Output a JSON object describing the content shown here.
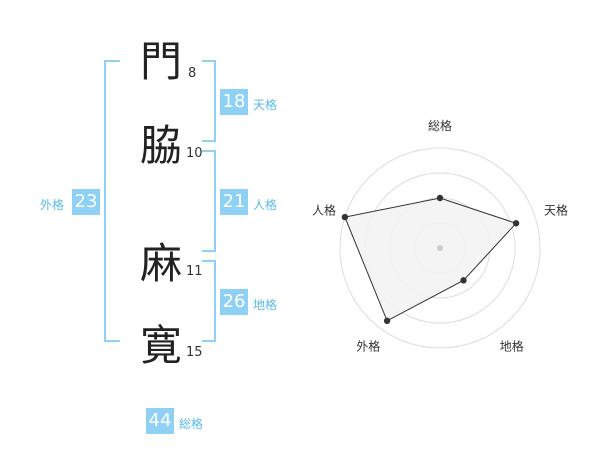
{
  "name": {
    "characters": [
      {
        "char": "門",
        "strokes": "8"
      },
      {
        "char": "脇",
        "strokes": "10"
      },
      {
        "char": "麻",
        "strokes": "11"
      },
      {
        "char": "寛",
        "strokes": "15"
      }
    ]
  },
  "scores": {
    "tenkaku": {
      "value": "18",
      "label": "天格"
    },
    "jinkaku": {
      "value": "21",
      "label": "人格"
    },
    "chikaku": {
      "value": "26",
      "label": "地格"
    },
    "gaikaku": {
      "value": "23",
      "label": "外格"
    },
    "soukaku": {
      "value": "44",
      "label": "総格"
    }
  },
  "chart_data": {
    "type": "radar",
    "axes": [
      "総格",
      "天格",
      "地格",
      "外格",
      "人格"
    ],
    "values": [
      0.5,
      0.8,
      0.4,
      0.9,
      1.0
    ],
    "rmax": 1.0,
    "rings": 4,
    "fill": "#f2f2f2",
    "stroke": "#333333"
  },
  "colors": {
    "accent": "#8fd0f5",
    "accent_text": "#5bbbe9"
  }
}
